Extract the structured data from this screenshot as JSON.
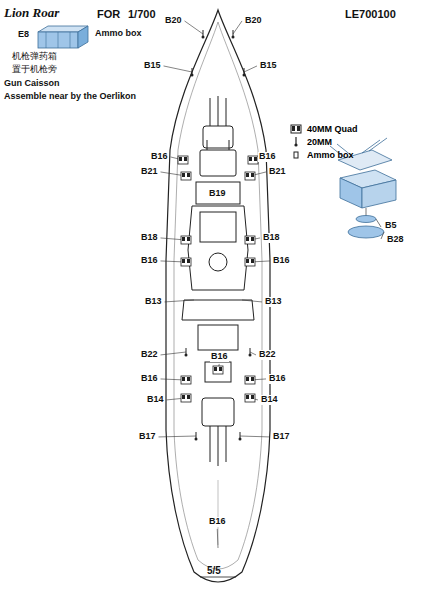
{
  "diagram": {
    "labels": [
      "Lion Roar",
      "FOR",
      "1/700",
      "LE700100",
      "E8",
      "Ammo box",
      "机枪弹药箱",
      "置于机枪旁",
      "Gun Caisson",
      "Assemble near by the Oerlikon",
      "B20",
      "B20",
      "B15",
      "B15",
      "B16",
      "B16",
      "B21",
      "B21",
      "B19",
      "B18",
      "B18",
      "B16",
      "B16",
      "B13",
      "B13",
      "B22",
      "B16",
      "B22",
      "B16",
      "B16",
      "B14",
      "B14",
      "B17",
      "B17",
      "B16",
      "B5",
      "B28",
      "5/5"
    ],
    "legend": [
      {
        "text": "40MM Quad"
      },
      {
        "text": "20MM"
      },
      {
        "text": "Ammo box"
      }
    ]
  }
}
